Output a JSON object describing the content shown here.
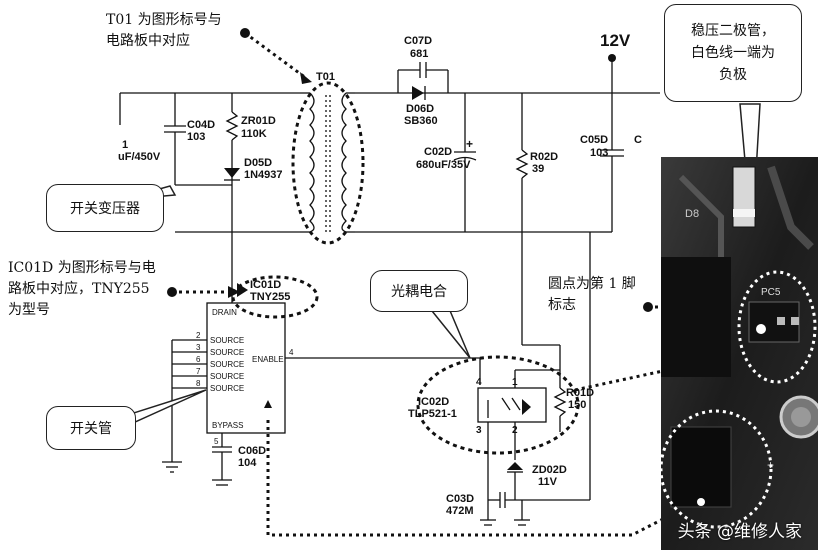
{
  "annotations": {
    "t01_note_line1": "T01 为图形标号与",
    "t01_note_line2": "电路板中对应",
    "ic01d_note_line1": "IC01D 为图形标号与电",
    "ic01d_note_line2": "路板中对应，TNY255",
    "ic01d_note_line3": "为型号",
    "pin1_note_line1": "圆点为第 1 脚",
    "pin1_note_line2": "标志",
    "zener_note_line1": "稳压二极管，",
    "zener_note_line2": "白色线一端为",
    "zener_note_line3": "负极",
    "transformer_callout": "开关变压器",
    "switch_tube_callout": "开关管",
    "optocoupler_callout": "光耦电合"
  },
  "components": {
    "t01": "T01",
    "c07d": "C07D",
    "c07d_value": "681",
    "d06d": "D06D",
    "d06d_value": "SB360",
    "voltage_12v": "12V",
    "c04d": "C04D",
    "c04d_value": "103",
    "zr01d": "ZR01D",
    "zr01d_value": "110K",
    "d05d": "D05D",
    "d05d_value": "1N4937",
    "cap_left_num": "1",
    "cap_left_value": "uF/450V",
    "c02d": "C02D",
    "c02d_value": "680uF/35V",
    "r02d": "R02D",
    "r02d_value": "39",
    "c05d": "C05D",
    "c05d_value": "103",
    "c_cut": "C",
    "ic01d": "IC01D",
    "ic01d_model": "TNY255",
    "drain": "DRAIN",
    "source": "SOURCE",
    "enable": "ENABLE",
    "bypass": "BYPASS",
    "pins_source": [
      "2",
      "3",
      "6",
      "7",
      "8"
    ],
    "pin_enable": "4",
    "pin_bypass": "5",
    "c06d": "C06D",
    "c06d_value": "104",
    "ic02d": "IC02D",
    "ic02d_model": "TLP521-1",
    "opto_pin4": "4",
    "opto_pin1": "1",
    "opto_pin3": "3",
    "opto_pin2": "2",
    "r01d": "R01D",
    "r01d_value": "150",
    "zd02d": "ZD02D",
    "zd02d_value": "11V",
    "c03d": "C03D",
    "c03d_value": "472M",
    "plus": "+"
  },
  "photo_labels": {
    "d8": "D8",
    "pc5": "PC5",
    "plus": "+"
  },
  "watermark": "头条 @维修人家"
}
